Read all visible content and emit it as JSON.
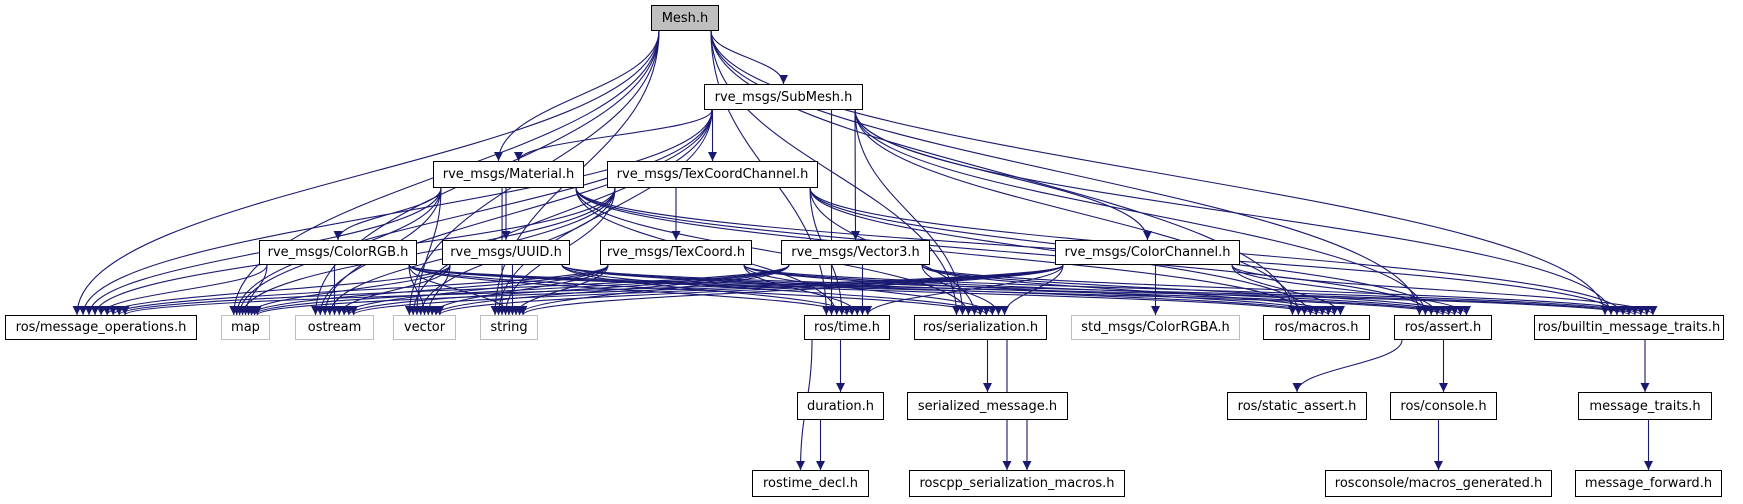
{
  "diagram": {
    "type": "include-dependency-graph",
    "root": "Mesh.h",
    "colors": {
      "edge": "#191970",
      "root_fill": "#bfbfbf",
      "node_border": "#000000",
      "external_border": "#bfbfbf",
      "node_fill": "#ffffff"
    },
    "nodes": [
      {
        "id": "mesh",
        "label": "Mesh.h",
        "kind": "root"
      },
      {
        "id": "submesh",
        "label": "rve_msgs/SubMesh.h",
        "kind": "documented"
      },
      {
        "id": "material",
        "label": "rve_msgs/Material.h",
        "kind": "documented"
      },
      {
        "id": "texcoordchannel",
        "label": "rve_msgs/TexCoordChannel.h",
        "kind": "documented"
      },
      {
        "id": "colorrgb",
        "label": "rve_msgs/ColorRGB.h",
        "kind": "documented"
      },
      {
        "id": "uuid",
        "label": "rve_msgs/UUID.h",
        "kind": "documented"
      },
      {
        "id": "texcoord",
        "label": "rve_msgs/TexCoord.h",
        "kind": "documented"
      },
      {
        "id": "vector3",
        "label": "rve_msgs/Vector3.h",
        "kind": "documented"
      },
      {
        "id": "colorchannel",
        "label": "rve_msgs/ColorChannel.h",
        "kind": "documented"
      },
      {
        "id": "message_operations",
        "label": "ros/message_operations.h",
        "kind": "documented"
      },
      {
        "id": "map",
        "label": "map",
        "kind": "external"
      },
      {
        "id": "ostream",
        "label": "ostream",
        "kind": "external"
      },
      {
        "id": "vector",
        "label": "vector",
        "kind": "external"
      },
      {
        "id": "string",
        "label": "string",
        "kind": "external"
      },
      {
        "id": "time",
        "label": "ros/time.h",
        "kind": "documented"
      },
      {
        "id": "serialization",
        "label": "ros/serialization.h",
        "kind": "documented"
      },
      {
        "id": "colorrgba",
        "label": "std_msgs/ColorRGBA.h",
        "kind": "external"
      },
      {
        "id": "macros",
        "label": "ros/macros.h",
        "kind": "documented"
      },
      {
        "id": "assert",
        "label": "ros/assert.h",
        "kind": "documented"
      },
      {
        "id": "builtin_message_traits",
        "label": "ros/builtin_message_traits.h",
        "kind": "documented"
      },
      {
        "id": "duration",
        "label": "duration.h",
        "kind": "documented"
      },
      {
        "id": "serialized_message",
        "label": "serialized_message.h",
        "kind": "documented"
      },
      {
        "id": "static_assert",
        "label": "ros/static_assert.h",
        "kind": "documented"
      },
      {
        "id": "console",
        "label": "ros/console.h",
        "kind": "documented"
      },
      {
        "id": "message_traits",
        "label": "message_traits.h",
        "kind": "documented"
      },
      {
        "id": "rostime_decl",
        "label": "rostime_decl.h",
        "kind": "documented"
      },
      {
        "id": "roscpp_serialization_macros",
        "label": "roscpp_serialization_macros.h",
        "kind": "documented"
      },
      {
        "id": "macros_generated",
        "label": "rosconsole/macros_generated.h",
        "kind": "documented"
      },
      {
        "id": "message_forward",
        "label": "message_forward.h",
        "kind": "documented"
      }
    ],
    "edges": [
      [
        "mesh",
        "submesh"
      ],
      [
        "mesh",
        "material"
      ],
      [
        "mesh",
        "message_operations"
      ],
      [
        "mesh",
        "map"
      ],
      [
        "mesh",
        "ostream"
      ],
      [
        "mesh",
        "vector"
      ],
      [
        "mesh",
        "string"
      ],
      [
        "mesh",
        "time"
      ],
      [
        "mesh",
        "serialization"
      ],
      [
        "mesh",
        "macros"
      ],
      [
        "mesh",
        "assert"
      ],
      [
        "mesh",
        "builtin_message_traits"
      ],
      [
        "submesh",
        "material"
      ],
      [
        "submesh",
        "texcoordchannel"
      ],
      [
        "submesh",
        "vector3"
      ],
      [
        "submesh",
        "colorchannel"
      ],
      [
        "submesh",
        "message_operations"
      ],
      [
        "submesh",
        "map"
      ],
      [
        "submesh",
        "ostream"
      ],
      [
        "submesh",
        "vector"
      ],
      [
        "submesh",
        "string"
      ],
      [
        "submesh",
        "time"
      ],
      [
        "submesh",
        "serialization"
      ],
      [
        "submesh",
        "macros"
      ],
      [
        "submesh",
        "assert"
      ],
      [
        "submesh",
        "builtin_message_traits"
      ],
      [
        "material",
        "colorrgb"
      ],
      [
        "material",
        "uuid"
      ],
      [
        "material",
        "message_operations"
      ],
      [
        "material",
        "map"
      ],
      [
        "material",
        "ostream"
      ],
      [
        "material",
        "vector"
      ],
      [
        "material",
        "string"
      ],
      [
        "material",
        "time"
      ],
      [
        "material",
        "serialization"
      ],
      [
        "material",
        "macros"
      ],
      [
        "material",
        "assert"
      ],
      [
        "material",
        "builtin_message_traits"
      ],
      [
        "texcoordchannel",
        "texcoord"
      ],
      [
        "texcoordchannel",
        "message_operations"
      ],
      [
        "texcoordchannel",
        "map"
      ],
      [
        "texcoordchannel",
        "ostream"
      ],
      [
        "texcoordchannel",
        "vector"
      ],
      [
        "texcoordchannel",
        "string"
      ],
      [
        "texcoordchannel",
        "time"
      ],
      [
        "texcoordchannel",
        "serialization"
      ],
      [
        "texcoordchannel",
        "macros"
      ],
      [
        "texcoordchannel",
        "assert"
      ],
      [
        "texcoordchannel",
        "builtin_message_traits"
      ],
      [
        "colorrgb",
        "message_operations"
      ],
      [
        "colorrgb",
        "map"
      ],
      [
        "colorrgb",
        "ostream"
      ],
      [
        "colorrgb",
        "vector"
      ],
      [
        "colorrgb",
        "string"
      ],
      [
        "colorrgb",
        "time"
      ],
      [
        "colorrgb",
        "serialization"
      ],
      [
        "colorrgb",
        "macros"
      ],
      [
        "colorrgb",
        "assert"
      ],
      [
        "colorrgb",
        "builtin_message_traits"
      ],
      [
        "uuid",
        "message_operations"
      ],
      [
        "uuid",
        "map"
      ],
      [
        "uuid",
        "ostream"
      ],
      [
        "uuid",
        "vector"
      ],
      [
        "uuid",
        "string"
      ],
      [
        "uuid",
        "time"
      ],
      [
        "uuid",
        "serialization"
      ],
      [
        "uuid",
        "macros"
      ],
      [
        "uuid",
        "assert"
      ],
      [
        "uuid",
        "builtin_message_traits"
      ],
      [
        "texcoord",
        "message_operations"
      ],
      [
        "texcoord",
        "map"
      ],
      [
        "texcoord",
        "ostream"
      ],
      [
        "texcoord",
        "vector"
      ],
      [
        "texcoord",
        "string"
      ],
      [
        "texcoord",
        "time"
      ],
      [
        "texcoord",
        "serialization"
      ],
      [
        "texcoord",
        "macros"
      ],
      [
        "texcoord",
        "assert"
      ],
      [
        "texcoord",
        "builtin_message_traits"
      ],
      [
        "vector3",
        "message_operations"
      ],
      [
        "vector3",
        "map"
      ],
      [
        "vector3",
        "ostream"
      ],
      [
        "vector3",
        "vector"
      ],
      [
        "vector3",
        "string"
      ],
      [
        "vector3",
        "time"
      ],
      [
        "vector3",
        "serialization"
      ],
      [
        "vector3",
        "macros"
      ],
      [
        "vector3",
        "assert"
      ],
      [
        "vector3",
        "builtin_message_traits"
      ],
      [
        "colorchannel",
        "colorrgba"
      ],
      [
        "colorchannel",
        "message_operations"
      ],
      [
        "colorchannel",
        "map"
      ],
      [
        "colorchannel",
        "ostream"
      ],
      [
        "colorchannel",
        "vector"
      ],
      [
        "colorchannel",
        "string"
      ],
      [
        "colorchannel",
        "time"
      ],
      [
        "colorchannel",
        "serialization"
      ],
      [
        "colorchannel",
        "macros"
      ],
      [
        "colorchannel",
        "assert"
      ],
      [
        "colorchannel",
        "builtin_message_traits"
      ],
      [
        "time",
        "duration"
      ],
      [
        "time",
        "rostime_decl"
      ],
      [
        "duration",
        "rostime_decl"
      ],
      [
        "serialization",
        "serialized_message"
      ],
      [
        "serialization",
        "roscpp_serialization_macros"
      ],
      [
        "serialized_message",
        "roscpp_serialization_macros"
      ],
      [
        "assert",
        "static_assert"
      ],
      [
        "assert",
        "console"
      ],
      [
        "console",
        "macros_generated"
      ],
      [
        "builtin_message_traits",
        "message_traits"
      ],
      [
        "message_traits",
        "message_forward"
      ]
    ]
  }
}
